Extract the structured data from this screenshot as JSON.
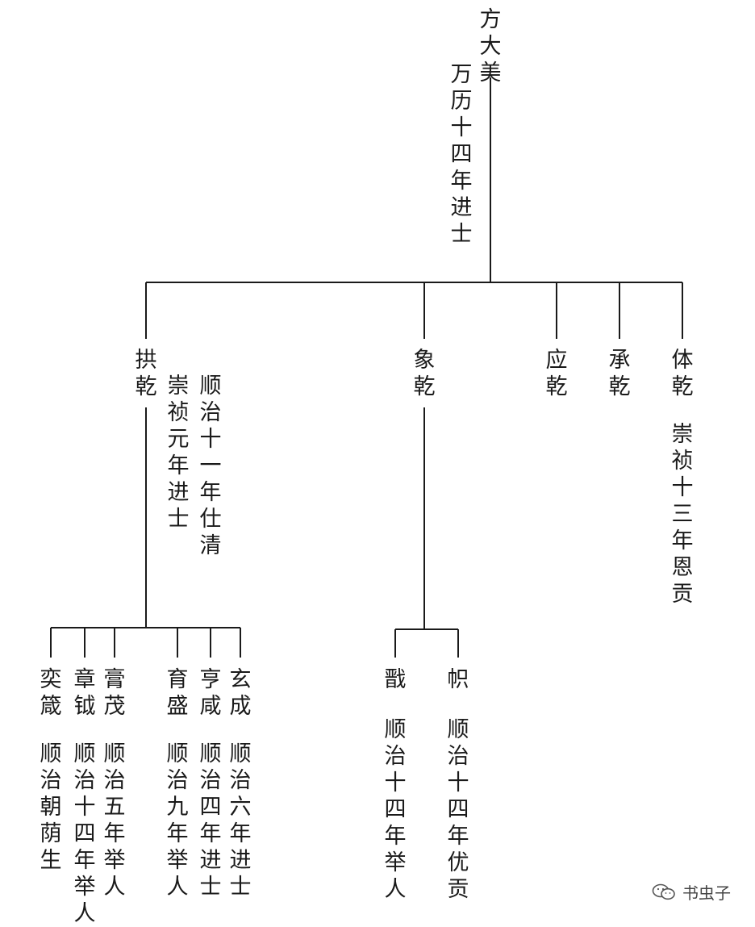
{
  "root": {
    "name": "方大美",
    "note": "万历十四年进士"
  },
  "gen2": [
    {
      "name": "拱乾",
      "notes": [
        "崇祯元年进士",
        "顺治十一年仕清"
      ]
    },
    {
      "name": "象乾"
    },
    {
      "name": "应乾"
    },
    {
      "name": "承乾"
    },
    {
      "name": "体乾",
      "notes": [
        "崇祯十三年恩贡"
      ]
    }
  ],
  "gen3_gongqian": [
    {
      "name": "奕箴",
      "note": "顺治朝荫生"
    },
    {
      "name": "章钺",
      "note": "顺治十四年举人"
    },
    {
      "name": "膏茂",
      "note": "顺治五年举人"
    },
    {
      "name": "育盛",
      "note": "顺治九年举人"
    },
    {
      "name": "亨咸",
      "note": "顺治四年进士"
    },
    {
      "name": "玄成",
      "note": "顺治六年进士"
    }
  ],
  "gen3_xiangqian": [
    {
      "name": "戬",
      "note": "顺治十四年举人"
    },
    {
      "name": "帜",
      "note": "顺治十四年优贡"
    }
  ],
  "watermark": {
    "text": "书虫子",
    "icon": "wechat-icon"
  }
}
